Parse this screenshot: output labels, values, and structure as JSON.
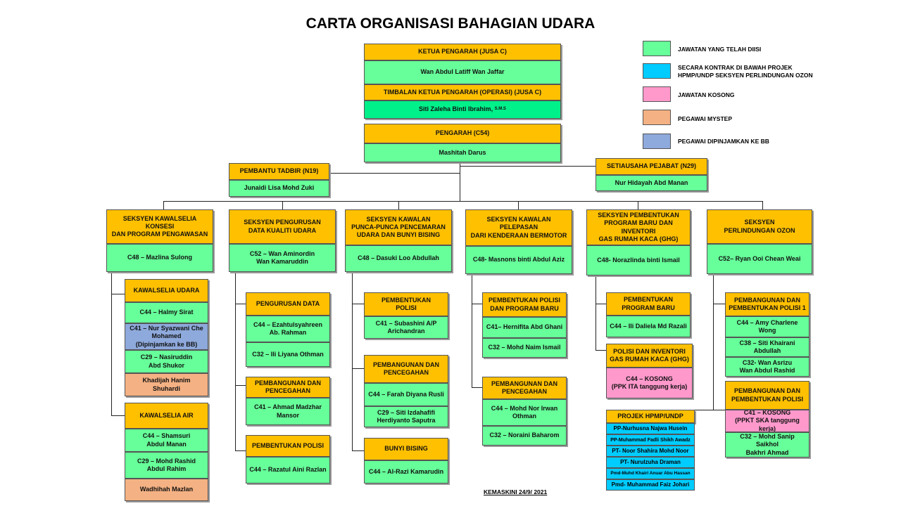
{
  "title": "CARTA ORGANISASI BAHAGIAN UDARA",
  "updated": "KEMASKINI 24/9/ 2021",
  "colors": {
    "orange": "#FFC000",
    "green": "#66FF99",
    "pink": "#FF99CC",
    "peach": "#F4B183",
    "blue": "#8EA9DB",
    "cyan": "#00CCFF"
  },
  "legend": [
    {
      "label": "JAWATAN YANG TELAH DIISI"
    },
    {
      "label": "SECARA KONTRAK DI BAWAH PROJEK\nHPMP/UNDP SEKSYEN PERLINDUNGAN OZON"
    },
    {
      "label": "JAWATAN KOSONG"
    },
    {
      "label": "PEGAWAI MYSTEP"
    },
    {
      "label": "PEGAWAI DIPINJAMKAN KE BB"
    }
  ],
  "top": {
    "ketua_title": "KETUA PENGARAH  (JUSA  C)",
    "ketua_name": "Wan Abdul Latiff Wan Jaffar",
    "timbalan_title": "TIMBALAN KETUA PENGARAH (OPERASI)  (JUSA C)",
    "timbalan_name": "Siti Zaleha Binti Ibrahim,",
    "timbalan_suffix": "S.M.S",
    "pengarah_title": "PENGARAH (C54)",
    "pengarah_name": "Mashitah Darus",
    "pembantu_title": "PEMBANTU TADBIR (N19)",
    "pembantu_name": "Junaidi Lisa Mohd Zuki",
    "setiausaha_title": "SETIAUSAHA PEJABAT (N29)",
    "setiausaha_name": "Nur Hidayah Abd Manan"
  },
  "sections": [
    {
      "title": "SEKSYEN KAWALSELIA KONSESI\nDAN PROGRAM  PENGAWASAN",
      "head": "C48 –  Mazlina Sulong"
    },
    {
      "title": "SEKSYEN  PENGURUSAN\nDATA KUALITI UDARA",
      "head": "C52 – Wan Aminordin\nWan Kamaruddin"
    },
    {
      "title": "SEKSYEN KAWALAN\nPUNCA-PUNCA PENCEMARAN\nUDARA DAN BUNYI BISING",
      "head": "C48 – Dasuki Loo Abdullah"
    },
    {
      "title": "SEKSYEN KAWALAN PELEPASAN\nDARI KENDERAAN BERMOTOR",
      "head": "C48- Masnons binti Abdul Aziz"
    },
    {
      "title": "SEKSYEN PEMBENTUKAN\nPROGRAM BARU DAN INVENTORI\nGAS RUMAH KACA (GHG)",
      "head": "C48- Norazlinda binti Ismail"
    },
    {
      "title": "SEKSYEN\nPERLINDUNGAN OZON",
      "head": "C52– Ryan Ooi Chean Weai"
    }
  ],
  "units": {
    "s1_kawalselia_udara": {
      "title": "KAWALSELIA UDARA",
      "staff": [
        "C44 – Halmy Sirat",
        "C41 – Nur Syazwani Che\nMohamed\n(Dipinjamkan ke BB)",
        "C29 – Nasiruddin\nAbd Shukor",
        "Khadijah Hanim\nShuhardi"
      ]
    },
    "s1_kawalselia_air": {
      "title": "KAWALSELIA AIR",
      "staff": [
        "C44 – Shamsuri\nAbdul Manan",
        "C29 – Mohd Rashid\nAbdul Rahim",
        "Wadhihah Mazlan"
      ]
    },
    "s2_pengurusan_data": {
      "title": "PENGURUSAN DATA",
      "staff": [
        "C44 – Ezahtulsyahreen\nAb. Rahman",
        "C32 – Ili Liyana Othman"
      ]
    },
    "s2_pembangunan": {
      "title": "PEMBANGUNAN DAN\nPENCEGAHAN",
      "staff": [
        "C41 – Ahmad Madzhar\nMansor"
      ]
    },
    "s2_pembentukan_polisi": {
      "title": "PEMBENTUKAN POLISI",
      "staff": [
        "C44 – Razatul Aini Razlan"
      ]
    },
    "s3_pembentukan_polisi": {
      "title": "PEMBENTUKAN\nPOLISI",
      "staff": [
        "C41 – Subashini A/P\nArichandran"
      ]
    },
    "s3_pembangunan": {
      "title": "PEMBANGUNAN DAN\nPENCEGAHAN",
      "staff": [
        "C44 – Farah Diyana Rusli",
        "C29 –  Siti Izdahafifi\nHerdiyanto Saputra"
      ]
    },
    "s3_bunyi_bising": {
      "title": "BUNYI BISING",
      "staff": [
        "C44 – Al-Razi Kamarudin"
      ]
    },
    "s4_pembentukan_polisi": {
      "title": "PEMBENTUKAN POLISI\nDAN PROGRAM BARU",
      "staff": [
        "C41– Hernifita Abd Ghani",
        "C32 – Mohd Naim Ismail"
      ]
    },
    "s4_pembangunan": {
      "title": "PEMBANGUNAN DAN\nPENCEGAHAN",
      "staff": [
        "C44 – Mohd Nor Irwan\nOthman",
        "C32 – Noraini Baharom"
      ]
    },
    "s5_program_baru": {
      "title": "PEMBENTUKAN\nPROGRAM BARU",
      "staff": [
        "C44 – Ili Daliela Md Razali"
      ]
    },
    "s5_polisi_inventori": {
      "title": "POLISI DAN INVENTORI\nGAS RUMAH KACA (GHG)",
      "staff": [
        "C44 – KOSONG\n(PPK ITA  tanggung kerja)"
      ]
    },
    "s5_projek_hpmp": {
      "title": "PROJEK HPMP/UNDP",
      "staff": [
        "PP-Nurhusna Najwa\nHusein",
        "PP-Muhammad Fadli Shikh\nAwadz",
        "PT- Noor Shahira Mohd\nNoor",
        "PT- Nurulzuha Draman",
        "Pmd-Muhd Khairi Anuar Abu\nHassan",
        "Pmd- Muhammad Faiz\nJohari"
      ]
    },
    "s6_pembangunan_polisi_1": {
      "title": "PEMBANGUNAN DAN\nPEMBENTUKAN POLISI 1",
      "staff": [
        "C44 – Amy Charlene Wong",
        "C38 – Siti Khairani\nAbdullah",
        "C32- Wan Asrizu\nWan Abdul Rashid"
      ]
    },
    "s6_pembangunan_polisi": {
      "title": "PEMBANGUNAN DAN\nPEMBENTUKAN POLISI",
      "staff": [
        "C41 – KOSONG\n(PPKT SKA tanggung kerja)",
        "C32 – Mohd Sanip\nSaikhol\nBakhri Ahmad"
      ]
    }
  }
}
